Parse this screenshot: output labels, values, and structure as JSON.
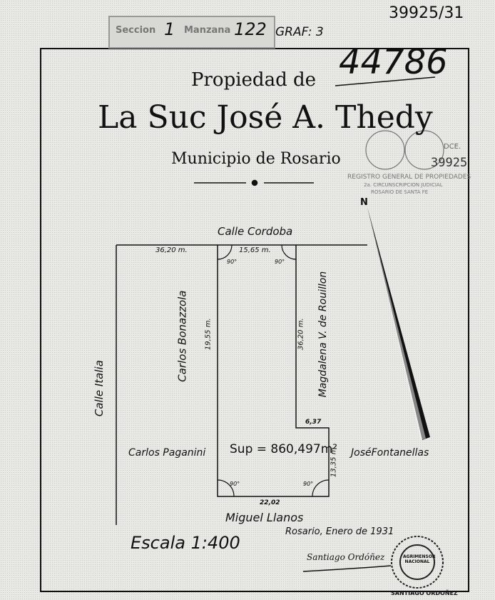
{
  "header": {
    "file_number": "39925/31",
    "seccion_label": "Seccion",
    "seccion_value": "1",
    "manzana_label": "Manzana",
    "manzana_value": "122",
    "graf": "GRAF: 3",
    "big_number": "44786"
  },
  "title": {
    "line1": "Propiedad de",
    "line2": "La Suc José A. Thedy",
    "line3": "Municipio de Rosario"
  },
  "registry_stamp": {
    "number": "39925",
    "line1": "REGISTRO GENERAL DE PROPIEDADES",
    "line2": "2a. CIRCUNSCRIPCION JUDICIAL",
    "line3": "ROSARIO DE SANTA FE",
    "date_mark": "DCE."
  },
  "plan": {
    "street_top": "Calle Cordoba",
    "street_left": "Calle Italia",
    "dim_top_left": "36,20 m.",
    "dim_top_lot": "15,65 m.",
    "dim_left_lot": "19,55 m.",
    "dim_right_upper": "36,20 m.",
    "dim_step": "6,37",
    "dim_right_lower": "13,35 m.",
    "dim_bottom": "22,02",
    "angle": "90°",
    "neighbor_left_upper": "Carlos Bonazzola",
    "neighbor_right_upper": "Magdalena V. de Rouillon",
    "neighbor_left_lower": "Carlos Paganini",
    "neighbor_right_lower": "JoséFontanellas",
    "neighbor_bottom": "Miguel Llanos",
    "area": "Sup = 860,497m²",
    "north": "N"
  },
  "footer": {
    "scale": "Escala 1:400",
    "place_date": "Rosario, Enero de 1931",
    "signature": "Santiago Ordóñez",
    "seal_outer": "SANTIAGO ORDOÑEZ",
    "seal_inner": "AGRIMENSOR NACIONAL"
  }
}
